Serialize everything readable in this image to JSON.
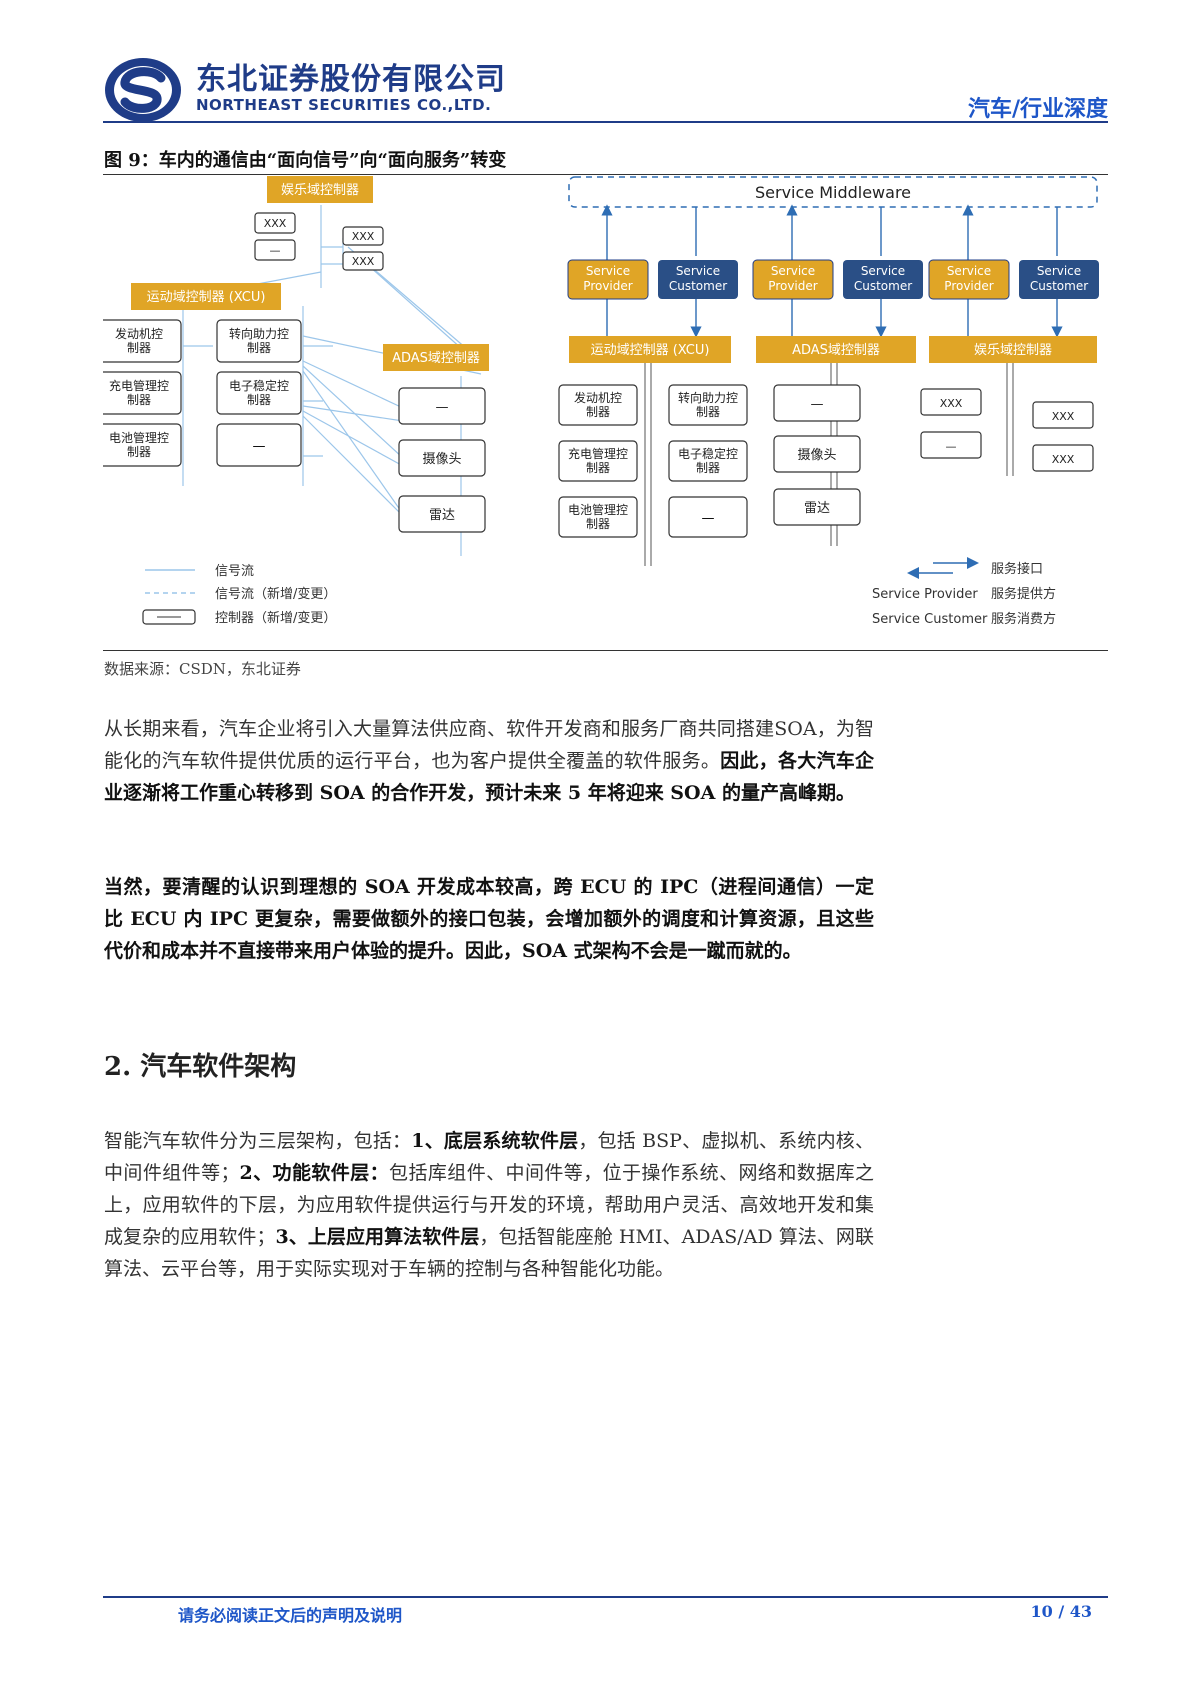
{
  "header": {
    "company_cn": "东北证券股份有限公司",
    "company_en": "NORTHEAST SECURITIES CO.,LTD.",
    "section_tag": "汽车/行业深度",
    "brand_color": "#1f3c88",
    "accent_color": "#1e56c8"
  },
  "figure": {
    "title": "图 9：车内的通信由“面向信号”向“面向服务”转变",
    "source": "数据来源：CSDN，东北证券",
    "left": {
      "ent_ctrl": "娱乐域控制器",
      "xcu_ctrl": "运动域控制器 (XCU)",
      "adas_ctrl": "ADAS域控制器",
      "xxx": "XXX",
      "dash": "—",
      "engine": "发动机控制器",
      "steering": "转向助力控制器",
      "charge": "充电管理控制器",
      "esc": "电子稳定控制器",
      "battery": "电池管理控制器",
      "camera": "摄像头",
      "radar": "雷达"
    },
    "legend": {
      "signal": "信号流",
      "signal_new": "信号流（新增/变更）",
      "ctrl_new": "控制器（新增/变更）"
    },
    "right": {
      "middleware": "Service Middleware",
      "provider": "Service Provider",
      "customer": "Service Customer",
      "xcu_ctrl": "运动域控制器 (XCU)",
      "adas_ctrl": "ADAS域控制器",
      "ent_ctrl": "娱乐域控制器",
      "service_interface": "服务接口",
      "provider_cn": "服务提供方",
      "customer_cn": "服务消费方"
    },
    "colors": {
      "domain_box": "#e0a526",
      "customer_box": "#2a4f86",
      "line": "#9cc6ea",
      "arrow": "#2e6db4"
    }
  },
  "body": {
    "p1_normal": "从长期来看，汽车企业将引入大量算法供应商、软件开发商和服务厂商共同搭建SOA，为智能化的汽车软件提供优质的运行平台，也为客户提供全覆盖的软件服务。",
    "p1_bold": "因此，各大汽车企业逐渐将工作重心转移到 SOA 的合作开发，预计未来 5 年将迎来 SOA 的量产高峰期。",
    "p2_bold": "当然，要清醒的认识到理想的 SOA 开发成本较高，跨 ECU 的 IPC（进程间通信）一定比 ECU 内 IPC 更复杂，需要做额外的接口包装，会增加额外的调度和计算资源，且这些代价和成本并不直接带来用户体验的提升。因此，SOA 式架构不会是一蹴而就的。",
    "h2": "2. 汽车软件架构",
    "p3_a": "智能汽车软件分为三层架构，包括：",
    "p3_b": "1、底层系统软件层",
    "p3_c": "，包括 BSP、虚拟机、系统内核、中间件组件等；",
    "p3_d": "2、功能软件层：",
    "p3_e": "包括库组件、中间件等，位于操作系统、网络和数据库之上，应用软件的下层，为应用软件提供运行与开发的环境，帮助用户灵活、高效地开发和集成复杂的应用软件；",
    "p3_f": "3、上层应用算法软件层",
    "p3_g": "，包括智能座舱 HMI、ADAS/AD 算法、网联算法、云平台等，用于实际实现对于车辆的控制与各种智能化功能。"
  },
  "footer": {
    "note": "请务必阅读正文后的声明及说明",
    "page": "10 / 43"
  }
}
